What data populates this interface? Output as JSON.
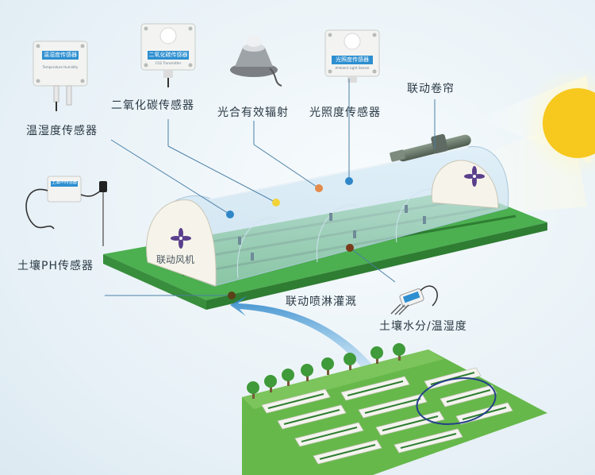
{
  "labels": {
    "co2": "二氧化碳传感器",
    "par": "光合有效辐射",
    "light": "光照度传感器",
    "curtain": "联动卷帘",
    "temp_humidity": "温湿度传感器",
    "soil_ph": "土壤PH传感器",
    "fan": "联动风机",
    "sprinkler": "联动喷淋灌溉",
    "soil_moisture": "土壤水分/温湿度"
  },
  "devices": {
    "temp_humidity_box": {
      "title": "温湿度传感器",
      "subtitle": "Temperature Humidity"
    },
    "co2_box": {
      "title": "二氧化碳传感器",
      "subtitle": "CO2 Transmitter"
    },
    "light_box": {
      "title": "光照度传感器",
      "subtitle": "Ambient Light Sensor"
    },
    "ph_box": {
      "title": "土壤PH传感器"
    }
  },
  "colors": {
    "sun": "#f7c81e",
    "grass": "#4caf50",
    "accent_blue": "#2f87c9",
    "label_text": "#2b3a45"
  }
}
